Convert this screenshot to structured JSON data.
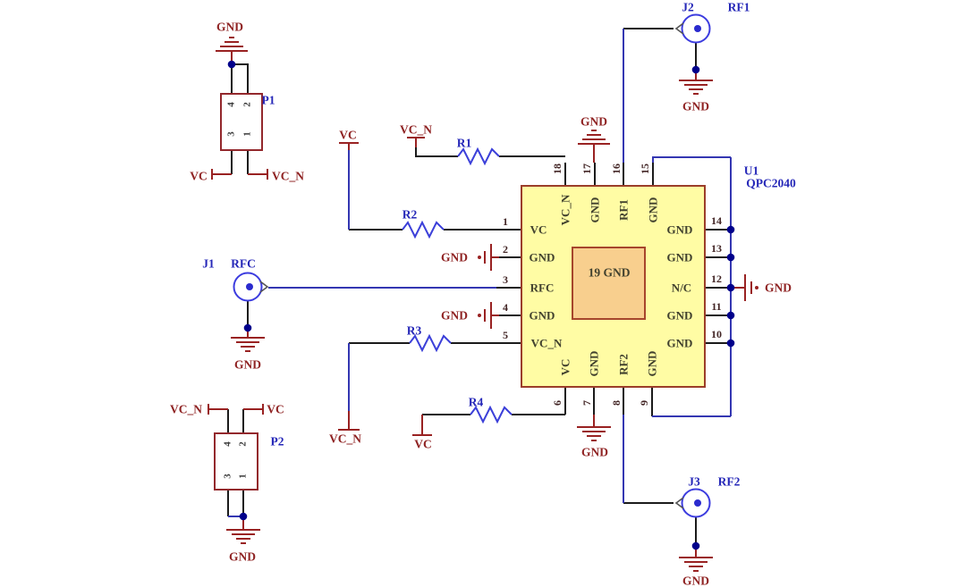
{
  "ic": {
    "designator": "U1",
    "part_number": "QPC2040",
    "center_pad_label": "19 GND",
    "left_pins": [
      {
        "num": "1",
        "name": "VC"
      },
      {
        "num": "2",
        "name": "GND"
      },
      {
        "num": "3",
        "name": "RFC"
      },
      {
        "num": "4",
        "name": "GND"
      },
      {
        "num": "5",
        "name": "VC_N"
      }
    ],
    "right_pins": [
      {
        "num": "14",
        "name": "GND"
      },
      {
        "num": "13",
        "name": "GND"
      },
      {
        "num": "12",
        "name": "N/C"
      },
      {
        "num": "11",
        "name": "GND"
      },
      {
        "num": "10",
        "name": "GND"
      }
    ],
    "top_pins": [
      {
        "num": "18",
        "name": "VC_N"
      },
      {
        "num": "17",
        "name": "GND"
      },
      {
        "num": "16",
        "name": "RF1"
      },
      {
        "num": "15",
        "name": "GND"
      }
    ],
    "bottom_pins": [
      {
        "num": "6",
        "name": "VC"
      },
      {
        "num": "7",
        "name": "GND"
      },
      {
        "num": "8",
        "name": "RF2"
      },
      {
        "num": "9",
        "name": "GND"
      }
    ]
  },
  "resistors": {
    "r1": "R1",
    "r2": "R2",
    "r3": "R3",
    "r4": "R4"
  },
  "connectors": {
    "j1": {
      "ref": "J1",
      "net": "RFC"
    },
    "j2": {
      "ref": "J2",
      "net": "RF1"
    },
    "j3": {
      "ref": "J3",
      "net": "RF2"
    }
  },
  "headers": {
    "p1": {
      "ref": "P1",
      "pin_tl": "4",
      "pin_tr": "2",
      "pin_bl": "3",
      "pin_br": "1"
    },
    "p2": {
      "ref": "P2",
      "pin_tl": "4",
      "pin_tr": "2",
      "pin_bl": "3",
      "pin_br": "1"
    }
  },
  "nets": {
    "gnd": "GND",
    "vc": "VC",
    "vc_n": "VC_N"
  },
  "colors": {
    "wire_blue": "#3437b2",
    "wire_black": "#1b1b1b",
    "symbol_red": "#992222",
    "junction_navy": "#00008b",
    "ic_fill": "#fffca4",
    "ic_border": "#9b3e2a",
    "pad_fill": "#f8cf8e",
    "connector_blue": "#3c3cdf"
  }
}
